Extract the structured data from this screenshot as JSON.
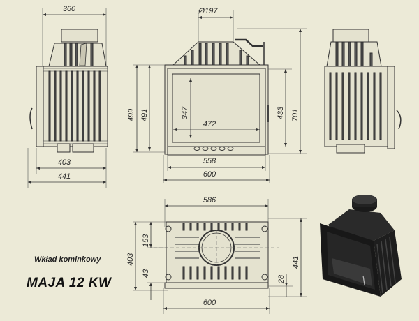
{
  "title": {
    "subtitle": "Wkład kominkowy",
    "model": "MAJA 12 KW"
  },
  "colors": {
    "background": "#ecead7",
    "line": "#3a3a3a",
    "render_body": "#1e1e1e"
  },
  "views": {
    "left_side": {
      "dims": {
        "top_width": "360",
        "inner_width": "403",
        "outer_width": "441"
      }
    },
    "front": {
      "dims": {
        "flue_diameter": "Ø197",
        "height_outer_left": "499",
        "height_inner_left": "491",
        "glass_height": "347",
        "glass_width": "472",
        "door_width": "558",
        "total_width": "600",
        "door_height_right": "433",
        "total_height": "701"
      }
    },
    "top": {
      "dims": {
        "top_width": "586",
        "bottom_width": "600",
        "depth_left": "403",
        "flue_offset": "153",
        "bottom_offset_left": "43",
        "bottom_offset_right": "28",
        "depth_right": "441"
      }
    },
    "isometric": {
      "label": "3D render of fireplace insert"
    }
  }
}
